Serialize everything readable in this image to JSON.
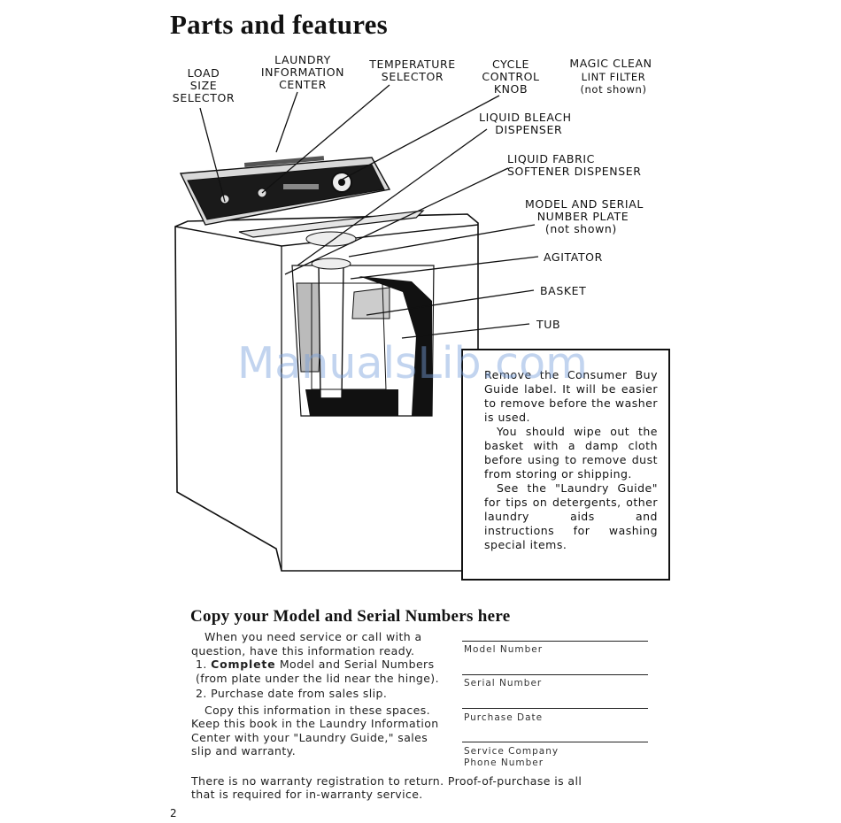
{
  "title": "Parts and features",
  "labels": {
    "load_size_selector": "LOAD\nSIZE\nSELECTOR",
    "laundry_information_center": "LAUNDRY\nINFORMATION\nCENTER",
    "temperature_selector": "TEMPERATURE\nSELECTOR",
    "cycle_control_knob": "CYCLE\nCONTROL\nKNOB",
    "magic_clean_title": "MAGIC CLEAN",
    "magic_clean_sub": "LINT FILTER\n(not shown)",
    "liquid_bleach_dispenser": "LIQUID BLEACH\n    DISPENSER",
    "liquid_fabric_softener": "LIQUID FABRIC\nSOFTENER DISPENSER",
    "model_serial_plate": "MODEL AND SERIAL\n   NUMBER PLATE\n     (not shown)",
    "agitator": "AGITATOR",
    "basket": "BASKET",
    "tub": "TUB"
  },
  "info_box": {
    "p1": "Remove the Consumer Buy Guide label. It will be easier to remove before the washer is used.",
    "p2": "You should wipe out the basket with a damp cloth before using to remove dust from storing or shipping.",
    "p3": "See the \"Laundry Guide\" for tips on detergents, other laundry aids and instructions for washing special items."
  },
  "copy_section": {
    "heading": "Copy your Model and Serial Numbers here",
    "intro": "When you need service or call with a question, have this information ready.",
    "step1_num": "1.",
    "step1_bold": "Complete",
    "step1_rest": " Model and Serial Numbers (from plate under the lid near the hinge).",
    "step2": "2. Purchase date from sales slip.",
    "copy_para": "Copy this information in these spaces. Keep this book in the Laundry Information Center with your \"Laundry Guide,\" sales slip and warranty.",
    "warranty_line1": "There is no warranty registration to return. Proof-of-purchase is all",
    "warranty_line2": "that is required for in-warranty service."
  },
  "fields": {
    "model_number": "Model Number",
    "serial_number": "Serial Number",
    "purchase_date": "Purchase Date",
    "service_company": "Service Company",
    "phone_number": "Phone Number"
  },
  "page_number": "2",
  "watermark": "ManualsLib.com"
}
